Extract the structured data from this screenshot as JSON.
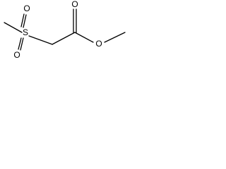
{
  "molecule": {
    "atoms": {
      "sulfur": "S",
      "sulfonyl_oxygen_top": "O",
      "sulfonyl_oxygen_bottom": "O",
      "carbonyl_oxygen": "O",
      "ester_oxygen": "O"
    }
  }
}
